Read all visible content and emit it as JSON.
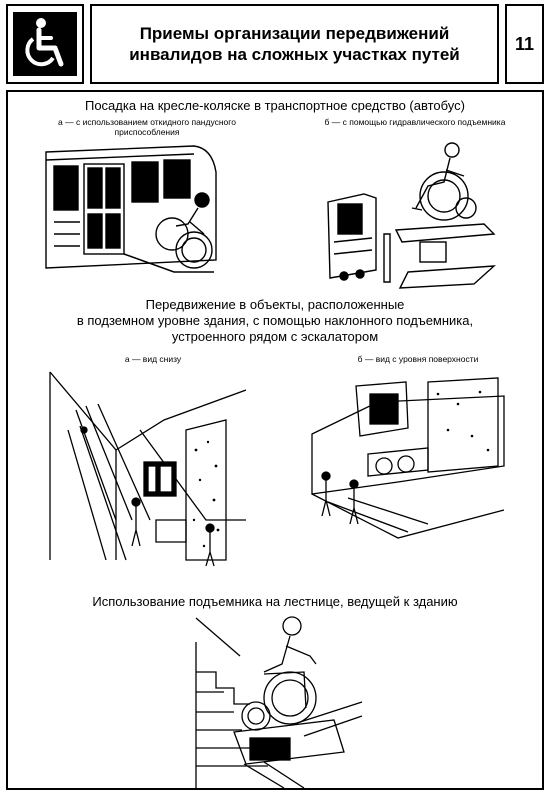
{
  "header": {
    "icon": "wheelchair-icon",
    "title_line1": "Приемы организации передвижений",
    "title_line2": "инвалидов на сложных участках путей",
    "number": "11"
  },
  "section1": {
    "title": "Посадка на кресле-коляске в транспортное средство (автобус)",
    "caption_a_line1": "а — с использованием откидного пандусного",
    "caption_a_line2": "приспособления",
    "caption_b": "б — с помощью гидравлического подъемника"
  },
  "section2": {
    "title_line1": "Передвижение в объекты, расположенные",
    "title_line2": "в подземном уровне здания, с помощью наклонного подъемника,",
    "title_line3": "устроенного рядом с эскалатором",
    "caption_a": "а — вид снизу",
    "caption_b": "б — вид с уровня поверхности"
  },
  "section3": {
    "title": "Использование подъемника на лестнице, ведущей к зданию"
  },
  "colors": {
    "ink": "#000000",
    "paper": "#ffffff"
  }
}
